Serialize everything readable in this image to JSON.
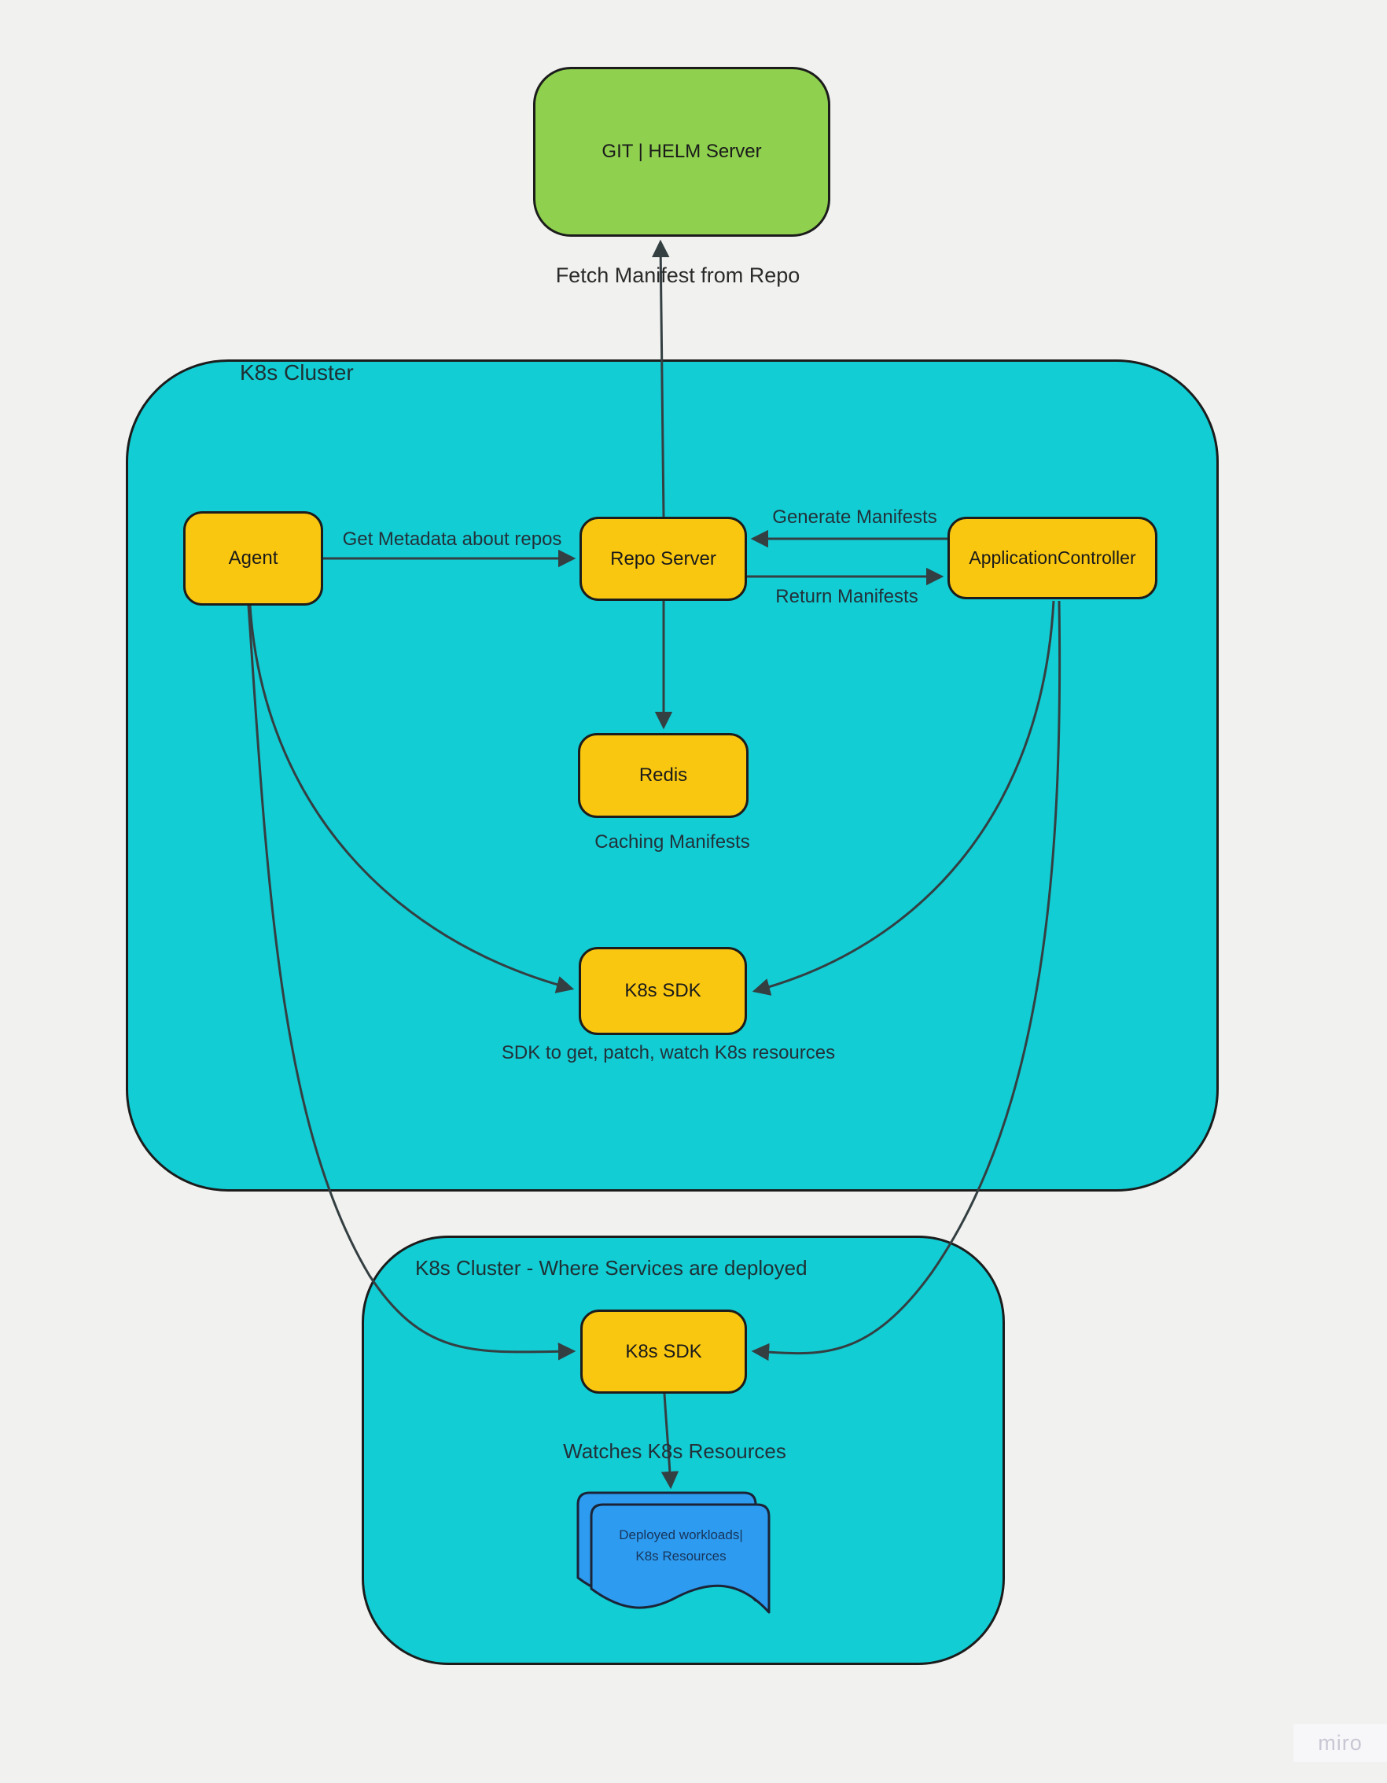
{
  "page": {
    "watermark": "miro"
  },
  "colors": {
    "background": "#f1f1ef",
    "cluster_fill": "#12CDD4",
    "node_fill": "#FAC710",
    "server_fill": "#8FD14F",
    "document_fill": "#2D9BF0",
    "shape_border": "#1c1c1c",
    "connector": "#343f42"
  },
  "clusters": {
    "main": {
      "label": "K8s Cluster"
    },
    "services": {
      "label": "K8s Cluster - Where Services are deployed"
    }
  },
  "nodes": {
    "git_server": {
      "label": "GIT | HELM Server"
    },
    "agent": {
      "label": "Agent"
    },
    "repo_server": {
      "label": "Repo Server"
    },
    "application_controller": {
      "label": "ApplicationController"
    },
    "redis": {
      "label": "Redis"
    },
    "k8s_sdk_main": {
      "label": "K8s SDK"
    },
    "k8s_sdk_services": {
      "label": "K8s SDK"
    },
    "workloads_document": {
      "line1": "Deployed workloads|",
      "line2": "K8s Resources"
    }
  },
  "edge_labels": {
    "fetch_manifest": "Fetch Manifest from Repo",
    "get_metadata": "Get Metadata about repos",
    "generate_manifests": "Generate Manifests",
    "return_manifests": "Return Manifests",
    "caching_manifests": "Caching Manifests",
    "sdk_purpose": "SDK to get, patch, watch K8s resources",
    "watches": "Watches K8s Resources"
  }
}
